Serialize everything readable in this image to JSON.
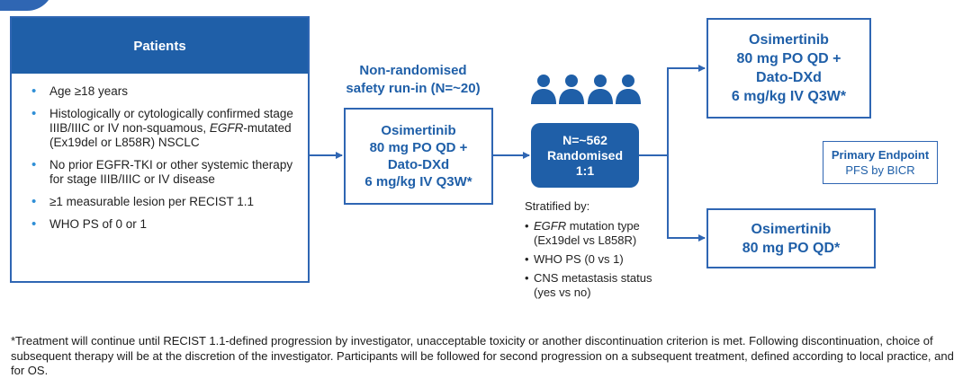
{
  "patients": {
    "header": "Patients",
    "items": [
      "Age ≥18 years",
      "Histologically or cytologically confirmed stage IIIB/IIIC or IV non-squamous, EGFR-mutated (Ex19del or L858R) NSCLC",
      "No prior EGFR-TKI or other systemic therapy for stage IIIB/IIIC or IV disease",
      "≥1 measurable lesion per RECIST 1.1",
      "WHO PS of 0 or 1"
    ]
  },
  "runin": {
    "title_line1": "Non-randomised",
    "title_line2": "safety run-in (N=~20)",
    "lines": [
      "Osimertinib",
      "80 mg PO QD +",
      "Dato-DXd",
      "6 mg/kg IV Q3W*"
    ]
  },
  "randomised": {
    "lines": [
      "N=~562",
      "Randomised",
      "1:1"
    ]
  },
  "stratified": {
    "title": "Stratified by:",
    "items": [
      [
        "EGFR mutation type",
        "(Ex19del vs L858R)"
      ],
      [
        "WHO PS (0 vs 1)"
      ],
      [
        "CNS metastasis status",
        "(yes vs no)"
      ]
    ]
  },
  "arm1": {
    "lines": [
      "Osimertinib",
      "80 mg PO QD +",
      "Dato-DXd",
      "6 mg/kg IV Q3W*"
    ]
  },
  "arm2": {
    "lines": [
      "Osimertinib",
      "80 mg PO QD*"
    ]
  },
  "endpoint": {
    "title": "Primary Endpoint",
    "value": "PFS by BICR"
  },
  "footnote": "*Treatment will continue until RECIST 1.1-defined progression by investigator, unacceptable toxicity or another discontinuation criterion is met. Following discontinuation, choice of subsequent therapy will be at the discretion of the investigator. Participants will be followed for second progression on a subsequent treatment, defined according to local practice, and for OS.",
  "colors": {
    "primary": "#1f5fa8",
    "border": "#2f66b3",
    "bullet": "#2f8fd6"
  },
  "icons": [
    "people-group-icon"
  ]
}
